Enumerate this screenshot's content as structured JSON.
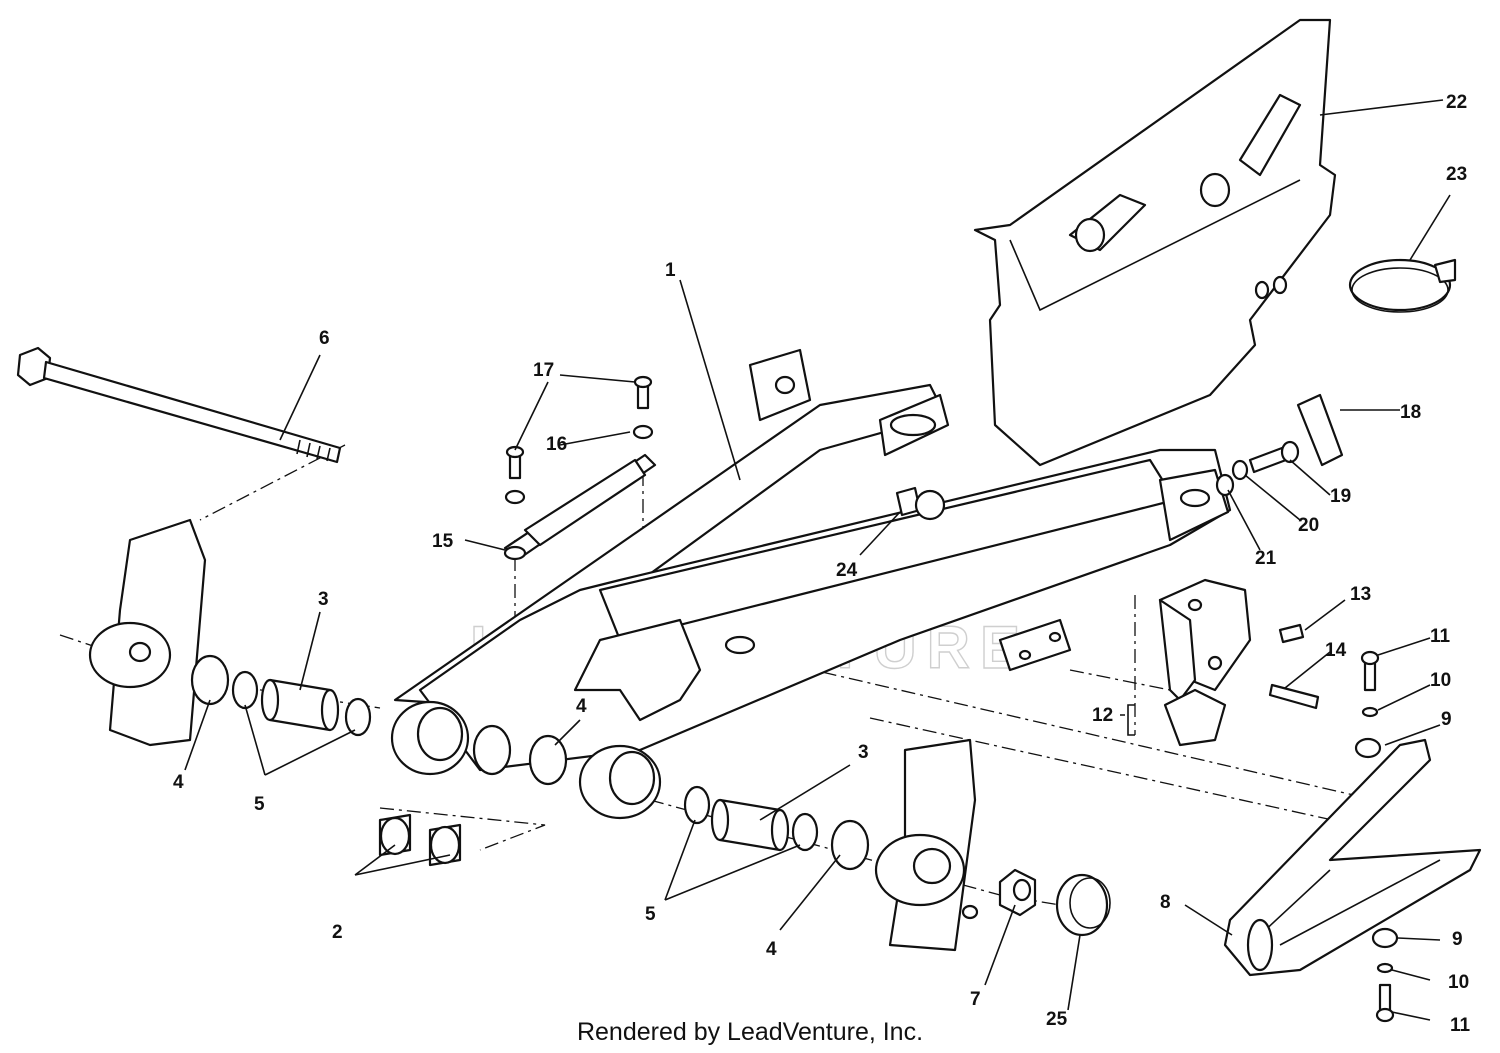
{
  "watermark": "LEADVENTURE",
  "footer": "Rendered by LeadVenture, Inc.",
  "callouts": [
    {
      "id": "p1",
      "label": "1"
    },
    {
      "id": "p2",
      "label": "2"
    },
    {
      "id": "p3a",
      "label": "3"
    },
    {
      "id": "p3b",
      "label": "3"
    },
    {
      "id": "p4a",
      "label": "4"
    },
    {
      "id": "p4b",
      "label": "4"
    },
    {
      "id": "p4c",
      "label": "4"
    },
    {
      "id": "p5a",
      "label": "5"
    },
    {
      "id": "p5b",
      "label": "5"
    },
    {
      "id": "p6",
      "label": "6"
    },
    {
      "id": "p7",
      "label": "7"
    },
    {
      "id": "p8",
      "label": "8"
    },
    {
      "id": "p9a",
      "label": "9"
    },
    {
      "id": "p9b",
      "label": "9"
    },
    {
      "id": "p10a",
      "label": "10"
    },
    {
      "id": "p10b",
      "label": "10"
    },
    {
      "id": "p11a",
      "label": "11"
    },
    {
      "id": "p11b",
      "label": "11"
    },
    {
      "id": "p12",
      "label": "12"
    },
    {
      "id": "p13",
      "label": "13"
    },
    {
      "id": "p14",
      "label": "14"
    },
    {
      "id": "p15",
      "label": "15"
    },
    {
      "id": "p16",
      "label": "16"
    },
    {
      "id": "p17",
      "label": "17"
    },
    {
      "id": "p18",
      "label": "18"
    },
    {
      "id": "p19",
      "label": "19"
    },
    {
      "id": "p20",
      "label": "20"
    },
    {
      "id": "p21",
      "label": "21"
    },
    {
      "id": "p22",
      "label": "22"
    },
    {
      "id": "p23",
      "label": "23"
    },
    {
      "id": "p24",
      "label": "24"
    },
    {
      "id": "p25",
      "label": "25"
    }
  ]
}
